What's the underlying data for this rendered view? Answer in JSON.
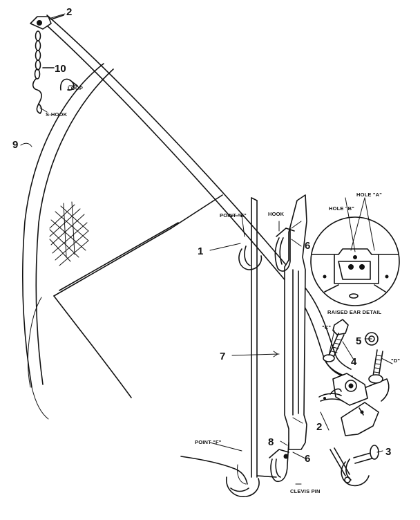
{
  "part_numbers": {
    "p1": "1",
    "p2_top": "2",
    "p2_bottom": "2",
    "p3": "3",
    "p4": "4",
    "p5": "5",
    "p6_upper": "6",
    "p6_lower": "6",
    "p7": "7",
    "p8": "8",
    "p9": "9",
    "p10": "10"
  },
  "callouts": {
    "loop": "LOOP",
    "s_hook": "S-HOOK",
    "point_e": "POINT \"E\"",
    "hook": "HOOK",
    "hole_a": "HOLE \"A\"",
    "hole_b": "HOLE \"B\"",
    "raised_ear_detail": "RAISED EAR DETAIL",
    "label_c": "\"C\"",
    "label_d": "\"D\"",
    "point_f": "POINT \"F\"",
    "clevis_pin": "CLEVIS PIN"
  },
  "colors": {
    "ink": "#111111",
    "paper": "#ffffff"
  }
}
